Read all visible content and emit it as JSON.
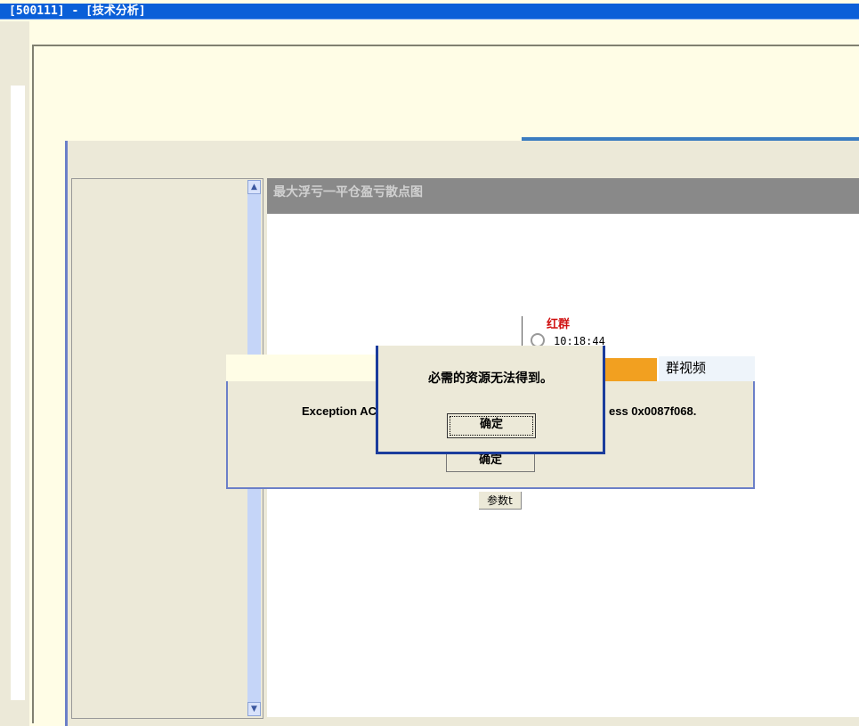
{
  "window": {
    "title": "[500111] - [技术分析]"
  },
  "chart": {
    "title": "最大浮亏一平仓盈亏散点图",
    "param_button": "参数t"
  },
  "background_popup": {
    "label": "红群",
    "time": "10:18:44",
    "video_label": "群视频"
  },
  "error_dialog": {
    "message_left": "Exception AC",
    "message_right": "ess 0x0087f068.",
    "ok_label": "确定"
  },
  "resource_dialog": {
    "message": "必需的资源无法得到。",
    "ok_label": "确定"
  }
}
